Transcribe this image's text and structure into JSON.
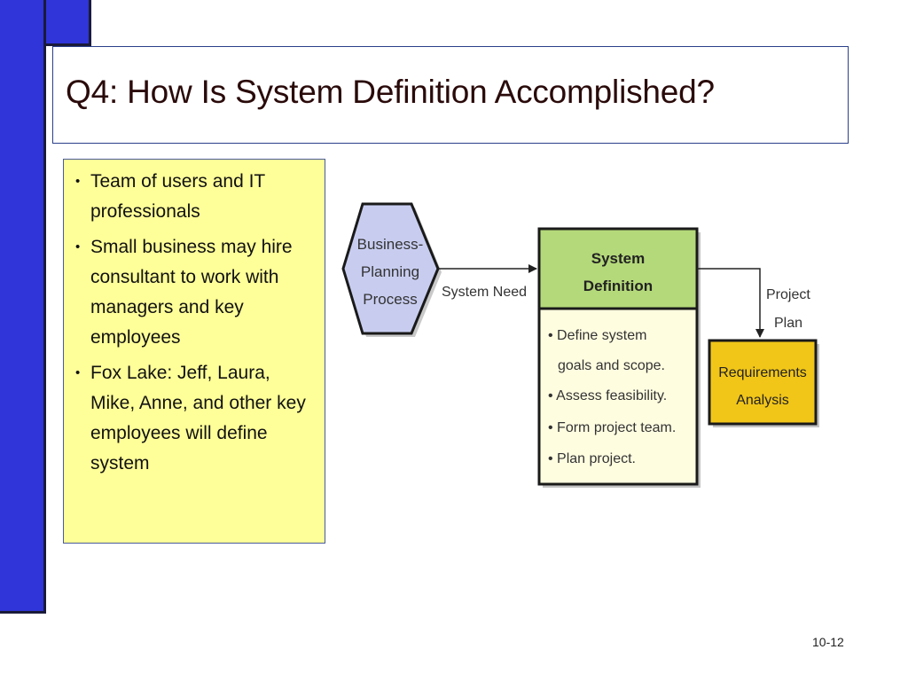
{
  "title": "Q4: How Is System Definition Accomplished?",
  "bullets": [
    "Team of users and IT professionals",
    "Small business may hire consultant to work with managers and key employees",
    "Fox Lake: Jeff, Laura, Mike, Anne, and other key employees will define system"
  ],
  "diagram": {
    "business_planning": [
      "Business-",
      "Planning",
      "Process"
    ],
    "system_need_label": "System Need",
    "system_definition_title": [
      "System",
      "Definition"
    ],
    "system_definition_items": [
      "• Define system",
      "goals and scope.",
      "• Assess feasibility.",
      "• Form project team.",
      "• Plan project."
    ],
    "project_plan_label": [
      "Project",
      "Plan"
    ],
    "requirements_analysis": [
      "Requirements",
      "Analysis"
    ]
  },
  "colors": {
    "accent": "#2f35d8",
    "bullet_box": "#ffff99",
    "hexagon_fill": "#c8cdf0",
    "system_definition_header": "#b4d97a",
    "system_definition_body": "#fffde0",
    "requirements_fill": "#f2c618"
  },
  "page_number": "10-12"
}
